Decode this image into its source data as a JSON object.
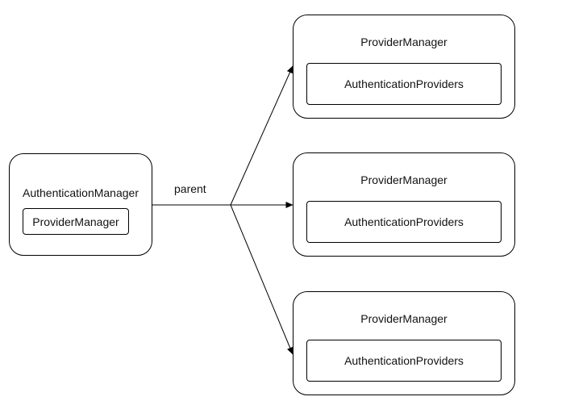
{
  "diagram": {
    "left_node": {
      "title": "AuthenticationManager",
      "inner_label": "ProviderManager"
    },
    "edge_label": "parent",
    "right_nodes": [
      {
        "title": "ProviderManager",
        "inner_label": "AuthenticationProviders"
      },
      {
        "title": "ProviderManager",
        "inner_label": "AuthenticationProviders"
      },
      {
        "title": "ProviderManager",
        "inner_label": "AuthenticationProviders"
      }
    ]
  },
  "colors": {
    "stroke": "#000000",
    "background": "#ffffff",
    "text": "#111111"
  }
}
